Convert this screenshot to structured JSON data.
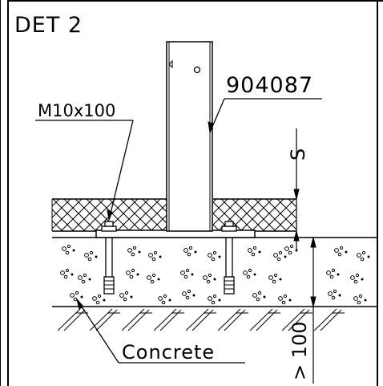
{
  "detail_title": "DET 2",
  "labels": {
    "part_number": "904087",
    "anchor_bolt": "M10x100",
    "material": "Concrete",
    "dimension_s": "S",
    "dimension_depth": "> 100"
  }
}
